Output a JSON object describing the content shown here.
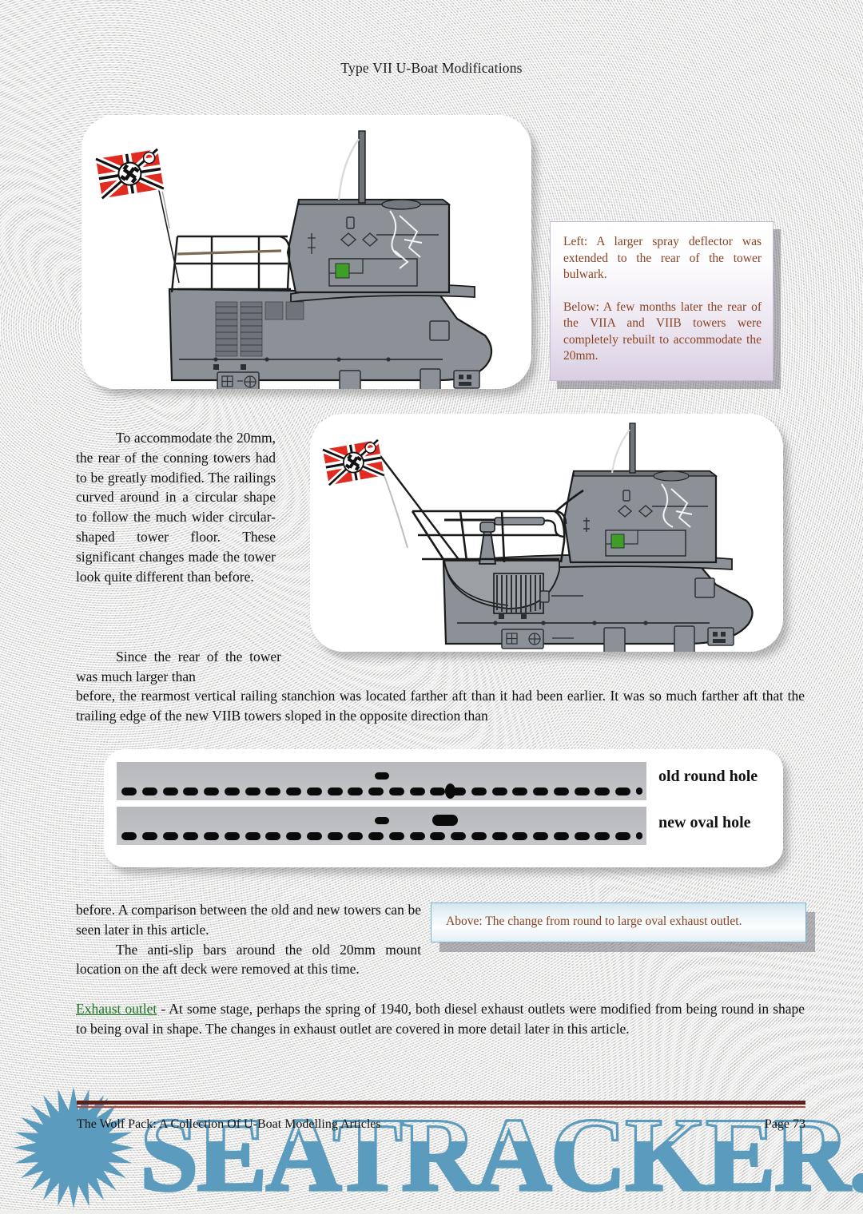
{
  "header": {
    "title": "Type VII U-Boat Modifications"
  },
  "captions": {
    "right": {
      "paragraph_1": "Left: A larger spray deflector was extended to the rear of the tower bulwark.",
      "paragraph_2": "Below: A few months later the rear of the VIIA and VIIB towers were completely rebuilt to accommodate the 20mm."
    },
    "below": "Above: The change from round to large oval exhaust outlet."
  },
  "body": {
    "para_1": "To accommodate the 20mm, the rear of the conning towers had to be greatly modified. The railings curved around in a circular shape to follow the much wider circular-shaped tower floor. These significant changes made the tower look quite different than before.",
    "para_2_head": "Since the rear of the tower was much larger than",
    "para_2_rest": "before, the rearmost vertical railing stanchion was located farther aft than it had been earlier. It was so much farther aft that the trailing edge of the new VIIB towers sloped in the opposite direction than",
    "para_3": "before. A comparison between the old and new towers can be seen later in this article.",
    "para_4": "The anti-slip bars around the old 20mm mount location on the aft deck were removed at this time.",
    "para_5_link": "Exhaust outlet",
    "para_5": " - At some stage, perhaps the spring of 1940, both diesel exhaust outlets were modified from being round in shape to being oval in shape. The changes in exhaust outlet are covered in more detail later in this article."
  },
  "exhaust_diagram": {
    "label_old": "old round hole",
    "label_new": "new oval hole"
  },
  "footer": {
    "left": "The Wolf Pack: A Collection Of U-Boat Modelling Articles",
    "right": "Page 73"
  },
  "watermark": {
    "text": "SEATRACKER.RU"
  },
  "colors": {
    "caption_text": "#8a4322",
    "link_green": "#16751f",
    "rule_dark_red": "#5d1f1d",
    "rule_light_red": "#b4493a",
    "watermark_blue": "#5b9bbd",
    "hull_gray": "#8b9196",
    "flag_red": "#e02b20",
    "accent_green": "#3e9e28"
  }
}
